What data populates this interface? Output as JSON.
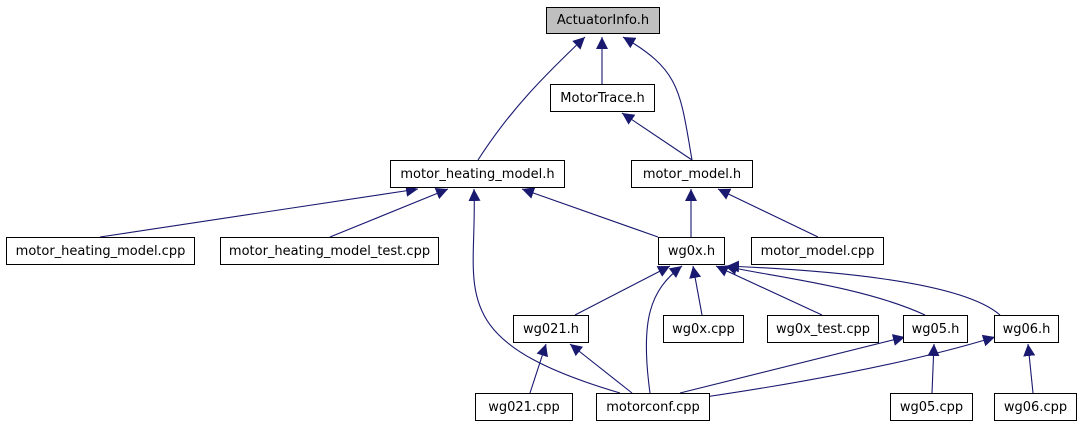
{
  "diagram": {
    "edge_color": "#191970",
    "root_fill": "#bfbfbf",
    "nodes": {
      "actuatorinfo_h": "ActuatorInfo.h",
      "motortrace_h": "MotorTrace.h",
      "motor_heating_model_h": "motor_heating_model.h",
      "motor_model_h": "motor_model.h",
      "motor_heating_model_cpp": "motor_heating_model.cpp",
      "motor_heating_model_test_cpp": "motor_heating_model_test.cpp",
      "wg0x_h": "wg0x.h",
      "motor_model_cpp": "motor_model.cpp",
      "wg021_h": "wg021.h",
      "wg0x_cpp": "wg0x.cpp",
      "wg0x_test_cpp": "wg0x_test.cpp",
      "wg05_h": "wg05.h",
      "wg06_h": "wg06.h",
      "wg021_cpp": "wg021.cpp",
      "motorconf_cpp": "motorconf.cpp",
      "wg05_cpp": "wg05.cpp",
      "wg06_cpp": "wg06.cpp"
    },
    "edges": [
      {
        "from": "motortrace_h",
        "to": "actuatorinfo_h"
      },
      {
        "from": "motor_heating_model_h",
        "to": "actuatorinfo_h"
      },
      {
        "from": "motor_model_h",
        "to": "actuatorinfo_h"
      },
      {
        "from": "motor_model_h",
        "to": "motortrace_h"
      },
      {
        "from": "motor_heating_model_cpp",
        "to": "motor_heating_model_h"
      },
      {
        "from": "motor_heating_model_test_cpp",
        "to": "motor_heating_model_h"
      },
      {
        "from": "wg0x_h",
        "to": "motor_heating_model_h"
      },
      {
        "from": "motorconf_cpp",
        "to": "motor_heating_model_h"
      },
      {
        "from": "wg0x_h",
        "to": "motor_model_h"
      },
      {
        "from": "motor_model_cpp",
        "to": "motor_model_h"
      },
      {
        "from": "wg021_h",
        "to": "wg0x_h"
      },
      {
        "from": "wg0x_cpp",
        "to": "wg0x_h"
      },
      {
        "from": "wg0x_test_cpp",
        "to": "wg0x_h"
      },
      {
        "from": "wg05_h",
        "to": "wg0x_h"
      },
      {
        "from": "wg06_h",
        "to": "wg0x_h"
      },
      {
        "from": "motorconf_cpp",
        "to": "wg0x_h"
      },
      {
        "from": "wg021_cpp",
        "to": "wg021_h"
      },
      {
        "from": "motorconf_cpp",
        "to": "wg021_h"
      },
      {
        "from": "motorconf_cpp",
        "to": "wg05_h"
      },
      {
        "from": "wg05_cpp",
        "to": "wg05_h"
      },
      {
        "from": "motorconf_cpp",
        "to": "wg06_h"
      },
      {
        "from": "wg06_cpp",
        "to": "wg06_h"
      }
    ]
  }
}
